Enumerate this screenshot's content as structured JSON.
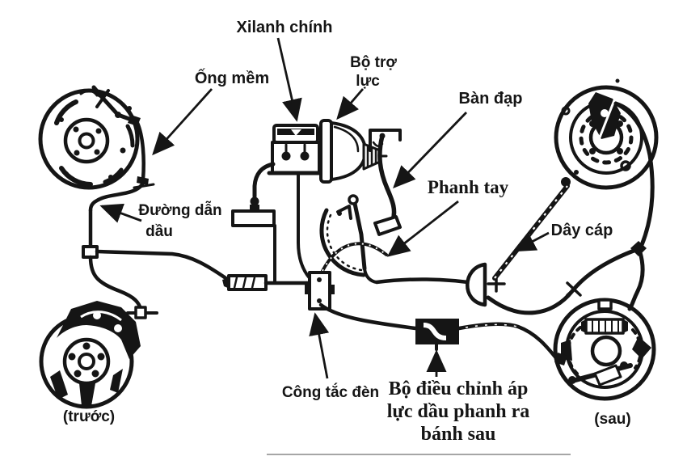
{
  "diagram": {
    "labels": {
      "master_cylinder": "Xilanh chính",
      "flexible_hose": "Ống mềm",
      "booster_line1": "Bộ trợ",
      "booster_line2": "lực",
      "pedal": "Bàn đạp",
      "handbrake": "Phanh tay",
      "oil_line_line1": "Đường dẫn",
      "oil_line_line2": "dầu",
      "cable": "Dây cáp",
      "light_switch": "Công tắc đèn",
      "pressure_regulator_line1": "Bộ điều chỉnh áp",
      "pressure_regulator_line2": "lực dầu phanh ra",
      "pressure_regulator_line3": "bánh sau",
      "front_wheel": "(trước)",
      "rear_wheel": "(sau)"
    },
    "colors": {
      "ink": "#151515",
      "background": "#ffffff"
    }
  }
}
